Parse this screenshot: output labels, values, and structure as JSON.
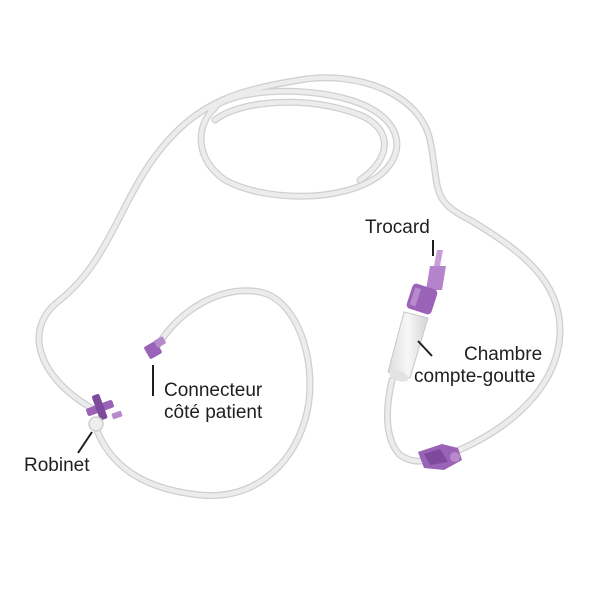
{
  "labels": {
    "trocard": "Trocard",
    "chambre_line1": "Chambre",
    "chambre_line2": "compte-goutte",
    "connecteur_line1": "Connecteur",
    "connecteur_line2": "côté patient",
    "robinet": "Robinet"
  },
  "colors": {
    "tubing": "#e6e6e6",
    "tubing_edge": "#cfcfcf",
    "connector_purple": "#9a63b8",
    "connector_dark": "#7d4a9c",
    "leader_line": "#1f1f1f",
    "background": "#ffffff"
  }
}
